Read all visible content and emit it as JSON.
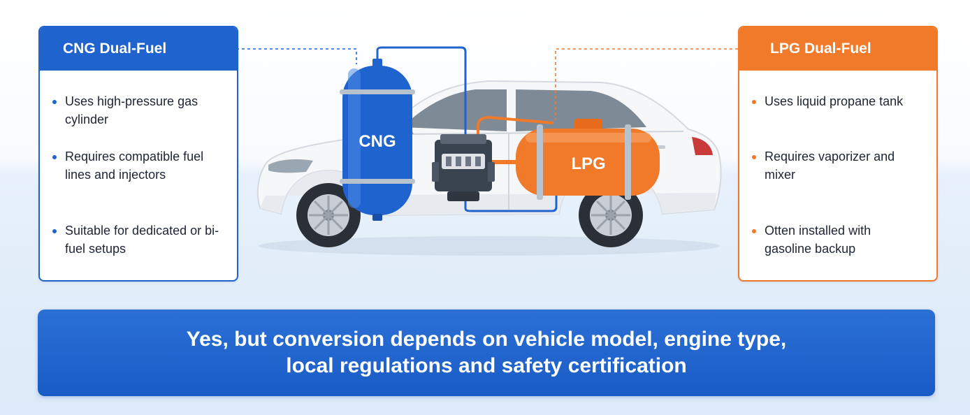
{
  "cng_card": {
    "title": "CNG Dual-Fuel",
    "bullets": [
      "Uses high-pressure gas cylinder",
      "Requires compatible fuel lines and injectors",
      "Suitable for dedicated or bi-fuel setups"
    ]
  },
  "lpg_card": {
    "title": "LPG Dual-Fuel",
    "bullets": [
      "Uses liquid propane tank",
      "Requires vaporizer and mixer",
      "Otten installed with gasoline backup"
    ]
  },
  "illustration": {
    "cng_tank_label": "CNG",
    "lpg_tank_label": "LPG"
  },
  "banner": {
    "text": "Yes, but conversion depends on vehicle model, engine type, local regulations and safety certification"
  },
  "colors": {
    "cng_blue": "#1f63cf",
    "lpg_orange": "#f07a2a",
    "banner_blue": "#1a5cc6"
  }
}
